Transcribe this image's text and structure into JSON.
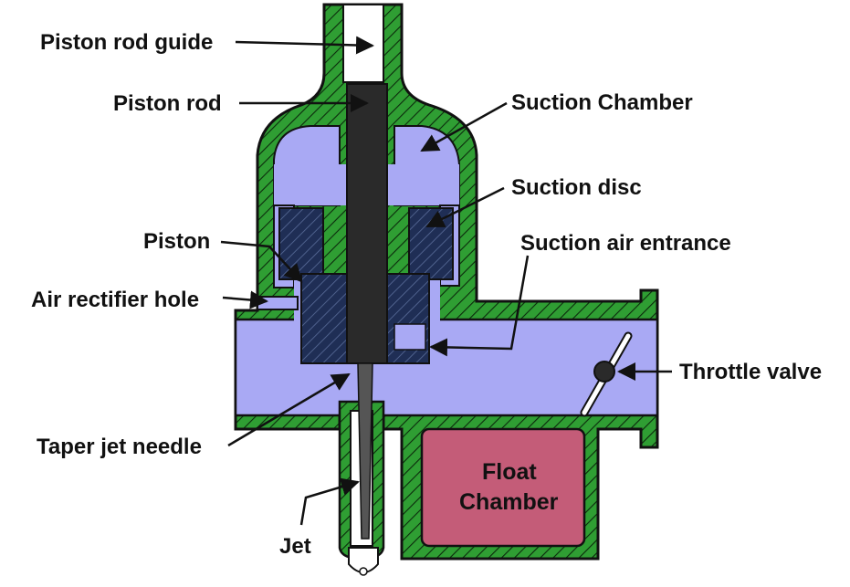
{
  "colors": {
    "wall_green": "#2f9e33",
    "air_lavender": "#a9a9f4",
    "piston_navy": "#1f2e55",
    "rod_black": "#2a2a2a",
    "float_pink": "#c45c78",
    "outline": "#111111"
  },
  "labels": {
    "piston_rod_guide": "Piston rod guide",
    "piston_rod": "Piston rod",
    "suction_chamber": "Suction Chamber",
    "suction_disc": "Suction disc",
    "piston": "Piston",
    "suction_air_entrance": "Suction air entrance",
    "air_rectifier_hole": "Air rectifier hole",
    "throttle_valve": "Throttle valve",
    "taper_jet_needle": "Taper jet needle",
    "jet": "Jet",
    "float_chamber_line1": "Float",
    "float_chamber_line2": "Chamber"
  }
}
